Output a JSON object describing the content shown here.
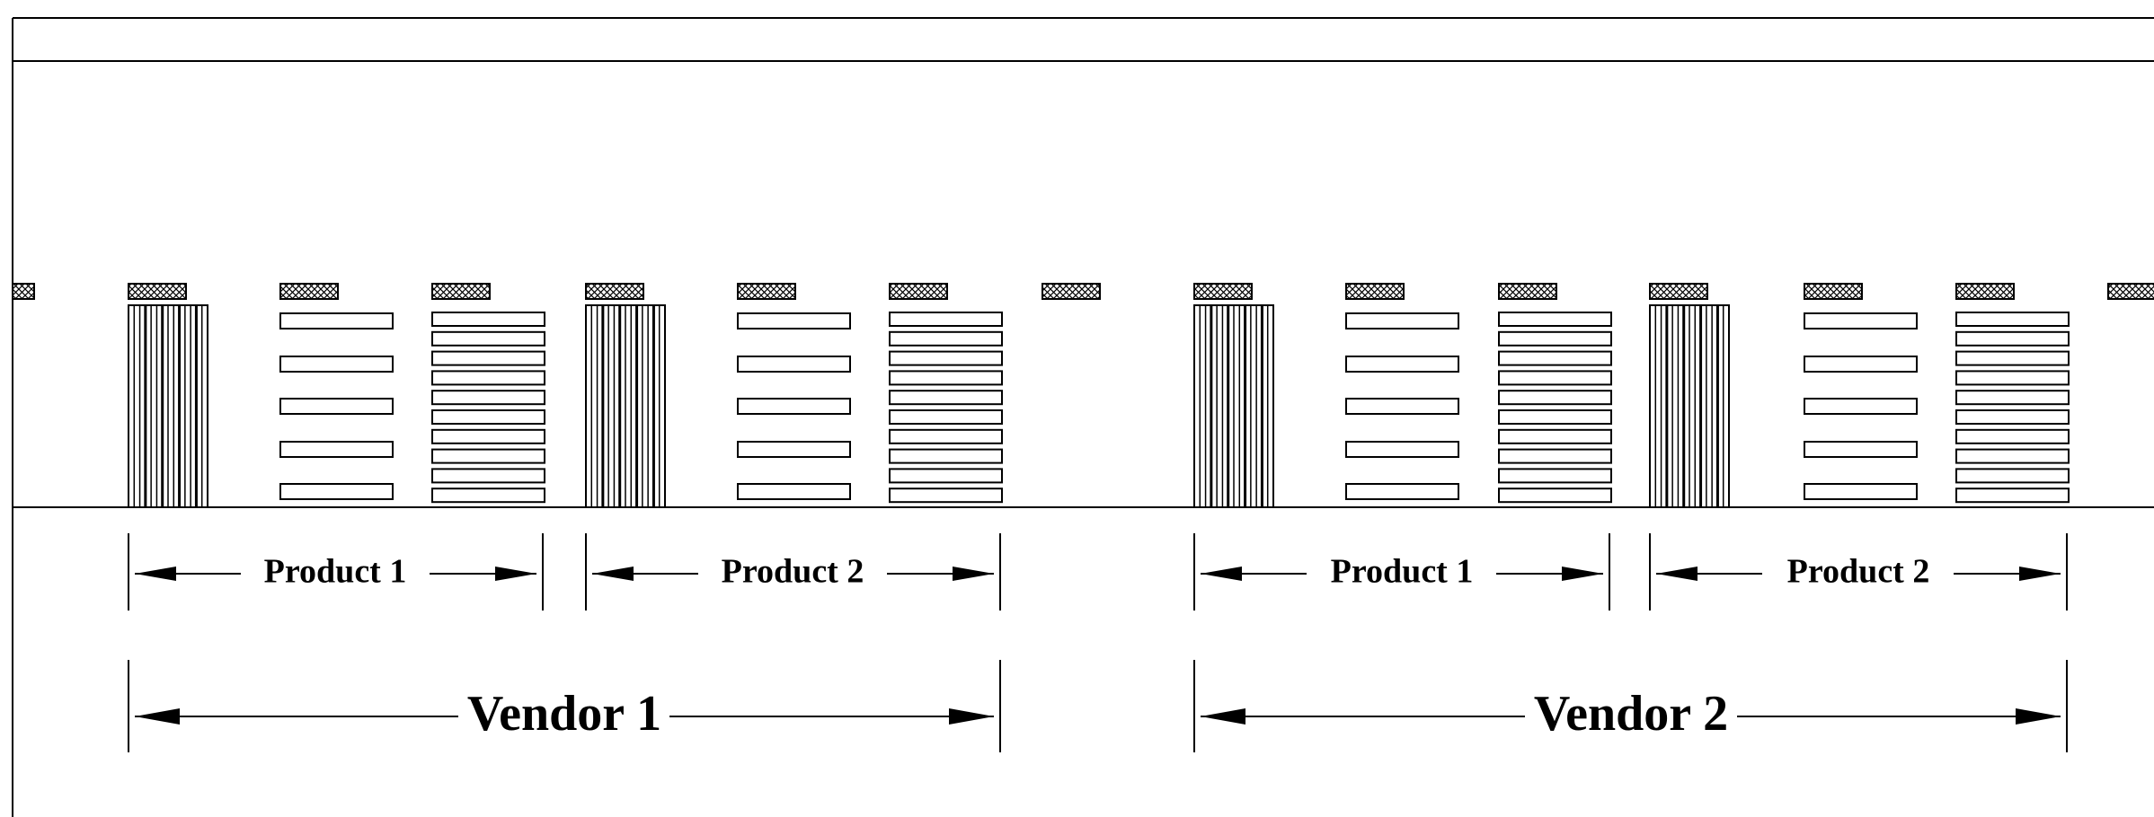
{
  "colors": {
    "ink": "#000000",
    "background": "#ffffff"
  },
  "vendors": [
    {
      "label": "Vendor 1",
      "products": [
        {
          "label": "Product 1"
        },
        {
          "label": "Product 2"
        }
      ]
    },
    {
      "label": "Vendor 2",
      "products": [
        {
          "label": "Product 1"
        },
        {
          "label": "Product 2"
        }
      ]
    }
  ]
}
